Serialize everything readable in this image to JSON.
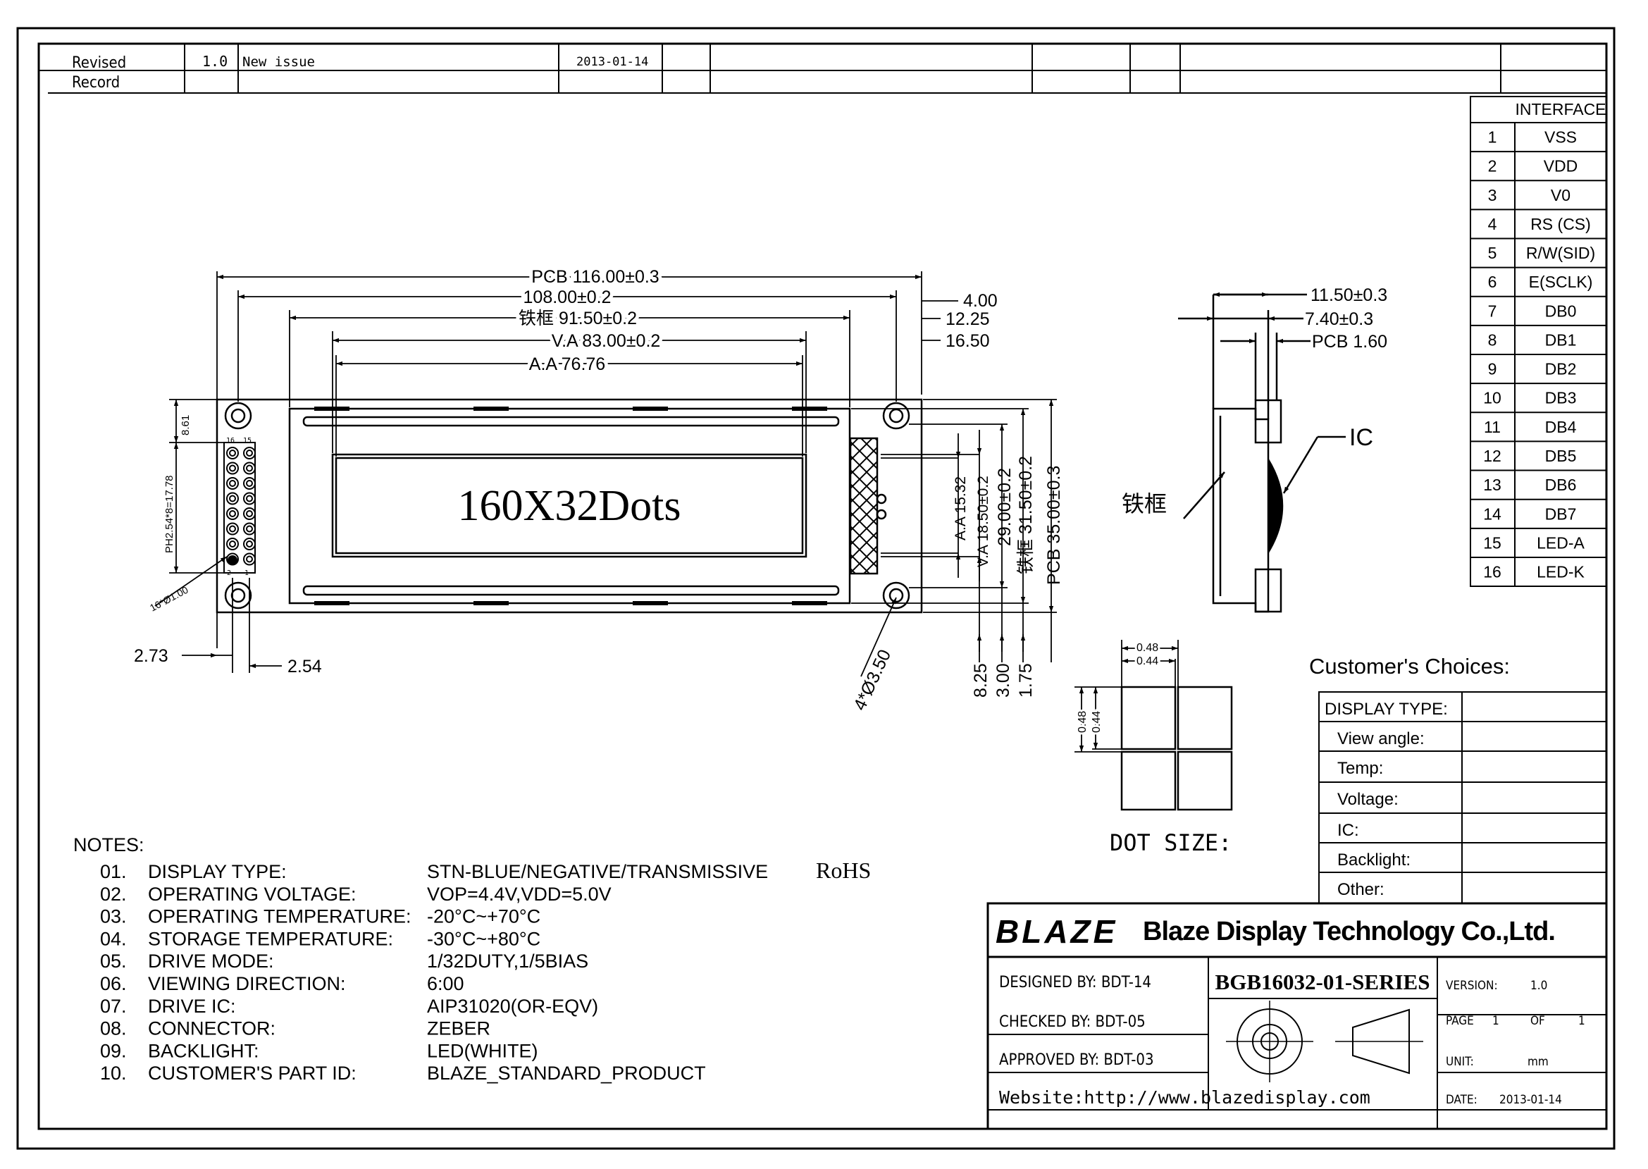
{
  "revision": {
    "label_line1": "Revised",
    "label_line2": "Record",
    "version": "1.0",
    "description": "New issue",
    "date": "2013-01-14"
  },
  "dimensions": {
    "pcb_width": "PCB 116.00±0.3",
    "width_108": "108.00±0.2",
    "bezel_width": "铁框 91.50±0.2",
    "va_width": "V.A 83.00±0.2",
    "aa_width": "A.A 76.76",
    "right_4": "4.00",
    "right_12": "12.25",
    "right_16": "16.50",
    "aa_height": "A.A 15.32",
    "va_height": "V.A 18.50±0.2",
    "h_29": "29.00±0.2",
    "bezel_height": "铁框 31.50±0.2",
    "pcb_height": "PCB 35.00±0.3",
    "bottom_825": "8.25",
    "bottom_300": "3.00",
    "bottom_175": "1.75",
    "hole": "4*Ø3.50",
    "left_273": "2.73",
    "left_254": "2.54",
    "pitch": "PH2.54*8=17.78",
    "pin_top": "8.61",
    "pin_dia": "16*Ø1.00",
    "pin_16": "16",
    "pin_15": "15",
    "pin_2": "2",
    "pin_1": "1",
    "display_text": "160X32Dots"
  },
  "side_view": {
    "d_1150": "11.50±0.3",
    "d_740": "7.40±0.3",
    "d_pcb": "PCB 1.60",
    "ic_label": "IC",
    "bezel_label": "铁框"
  },
  "dot_size": {
    "label": "DOT SIZE:",
    "d1": "0.48",
    "d2": "0.44",
    "d3": "0.48",
    "d4": "0.44"
  },
  "interface": {
    "title": "INTERFACE",
    "pins": [
      {
        "no": "1",
        "name": "VSS"
      },
      {
        "no": "2",
        "name": "VDD"
      },
      {
        "no": "3",
        "name": "V0"
      },
      {
        "no": "4",
        "name": "RS (CS)"
      },
      {
        "no": "5",
        "name": "R/W(SID)"
      },
      {
        "no": "6",
        "name": "E(SCLK)"
      },
      {
        "no": "7",
        "name": "DB0"
      },
      {
        "no": "8",
        "name": "DB1"
      },
      {
        "no": "9",
        "name": "DB2"
      },
      {
        "no": "10",
        "name": "DB3"
      },
      {
        "no": "11",
        "name": "DB4"
      },
      {
        "no": "12",
        "name": "DB5"
      },
      {
        "no": "13",
        "name": "DB6"
      },
      {
        "no": "14",
        "name": "DB7"
      },
      {
        "no": "15",
        "name": "LED-A"
      },
      {
        "no": "16",
        "name": "LED-K"
      }
    ]
  },
  "choices": {
    "title": "Customer's Choices:",
    "rows": [
      "DISPLAY TYPE:",
      "View angle:",
      "Temp:",
      "Voltage:",
      "IC:",
      "Backlight:",
      "Other:"
    ]
  },
  "notes": {
    "title": "NOTES:",
    "items": [
      {
        "no": "01.",
        "key": "DISPLAY TYPE:",
        "value": "STN-BLUE/NEGATIVE/TRANSMISSIVE",
        "extra": "RoHS"
      },
      {
        "no": "02.",
        "key": "OPERATING VOLTAGE:",
        "value": "VOP=4.4V,VDD=5.0V"
      },
      {
        "no": "03.",
        "key": "OPERATING TEMPERATURE:",
        "value": "-20°C~+70°C"
      },
      {
        "no": "04.",
        "key": "STORAGE TEMPERATURE:",
        "value": "-30°C~+80°C"
      },
      {
        "no": "05.",
        "key": "DRIVE MODE:",
        "value": "1/32DUTY,1/5BIAS"
      },
      {
        "no": "06.",
        "key": "VIEWING DIRECTION:",
        "value": "6:00"
      },
      {
        "no": "07.",
        "key": "DRIVE IC:",
        "value": "AIP31020(OR-EQV)"
      },
      {
        "no": "08.",
        "key": "CONNECTOR:",
        "value": "ZEBER"
      },
      {
        "no": "09.",
        "key": "BACKLIGHT:",
        "value": "LED(WHITE)"
      },
      {
        "no": "10.",
        "key": "CUSTOMER'S PART ID:",
        "value": "BLAZE_STANDARD_PRODUCT"
      }
    ]
  },
  "title_block": {
    "logo": "BLAZE",
    "company": "Blaze Display Technology Co.,Ltd.",
    "designed": "DESIGNED BY: BDT-14",
    "checked": "CHECKED BY: BDT-05",
    "approved": "APPROVED BY: BDT-03",
    "part_no": "BGB16032-01-SERIES",
    "version_label": "VERSION:",
    "version": "1.0",
    "page_label": "PAGE",
    "page": "1",
    "of_label": "OF",
    "pages": "1",
    "unit_label": "UNIT:",
    "unit": "mm",
    "date_label": "DATE:",
    "date": "2013-01-14",
    "website": "Website:http://www.blazedisplay.com"
  }
}
